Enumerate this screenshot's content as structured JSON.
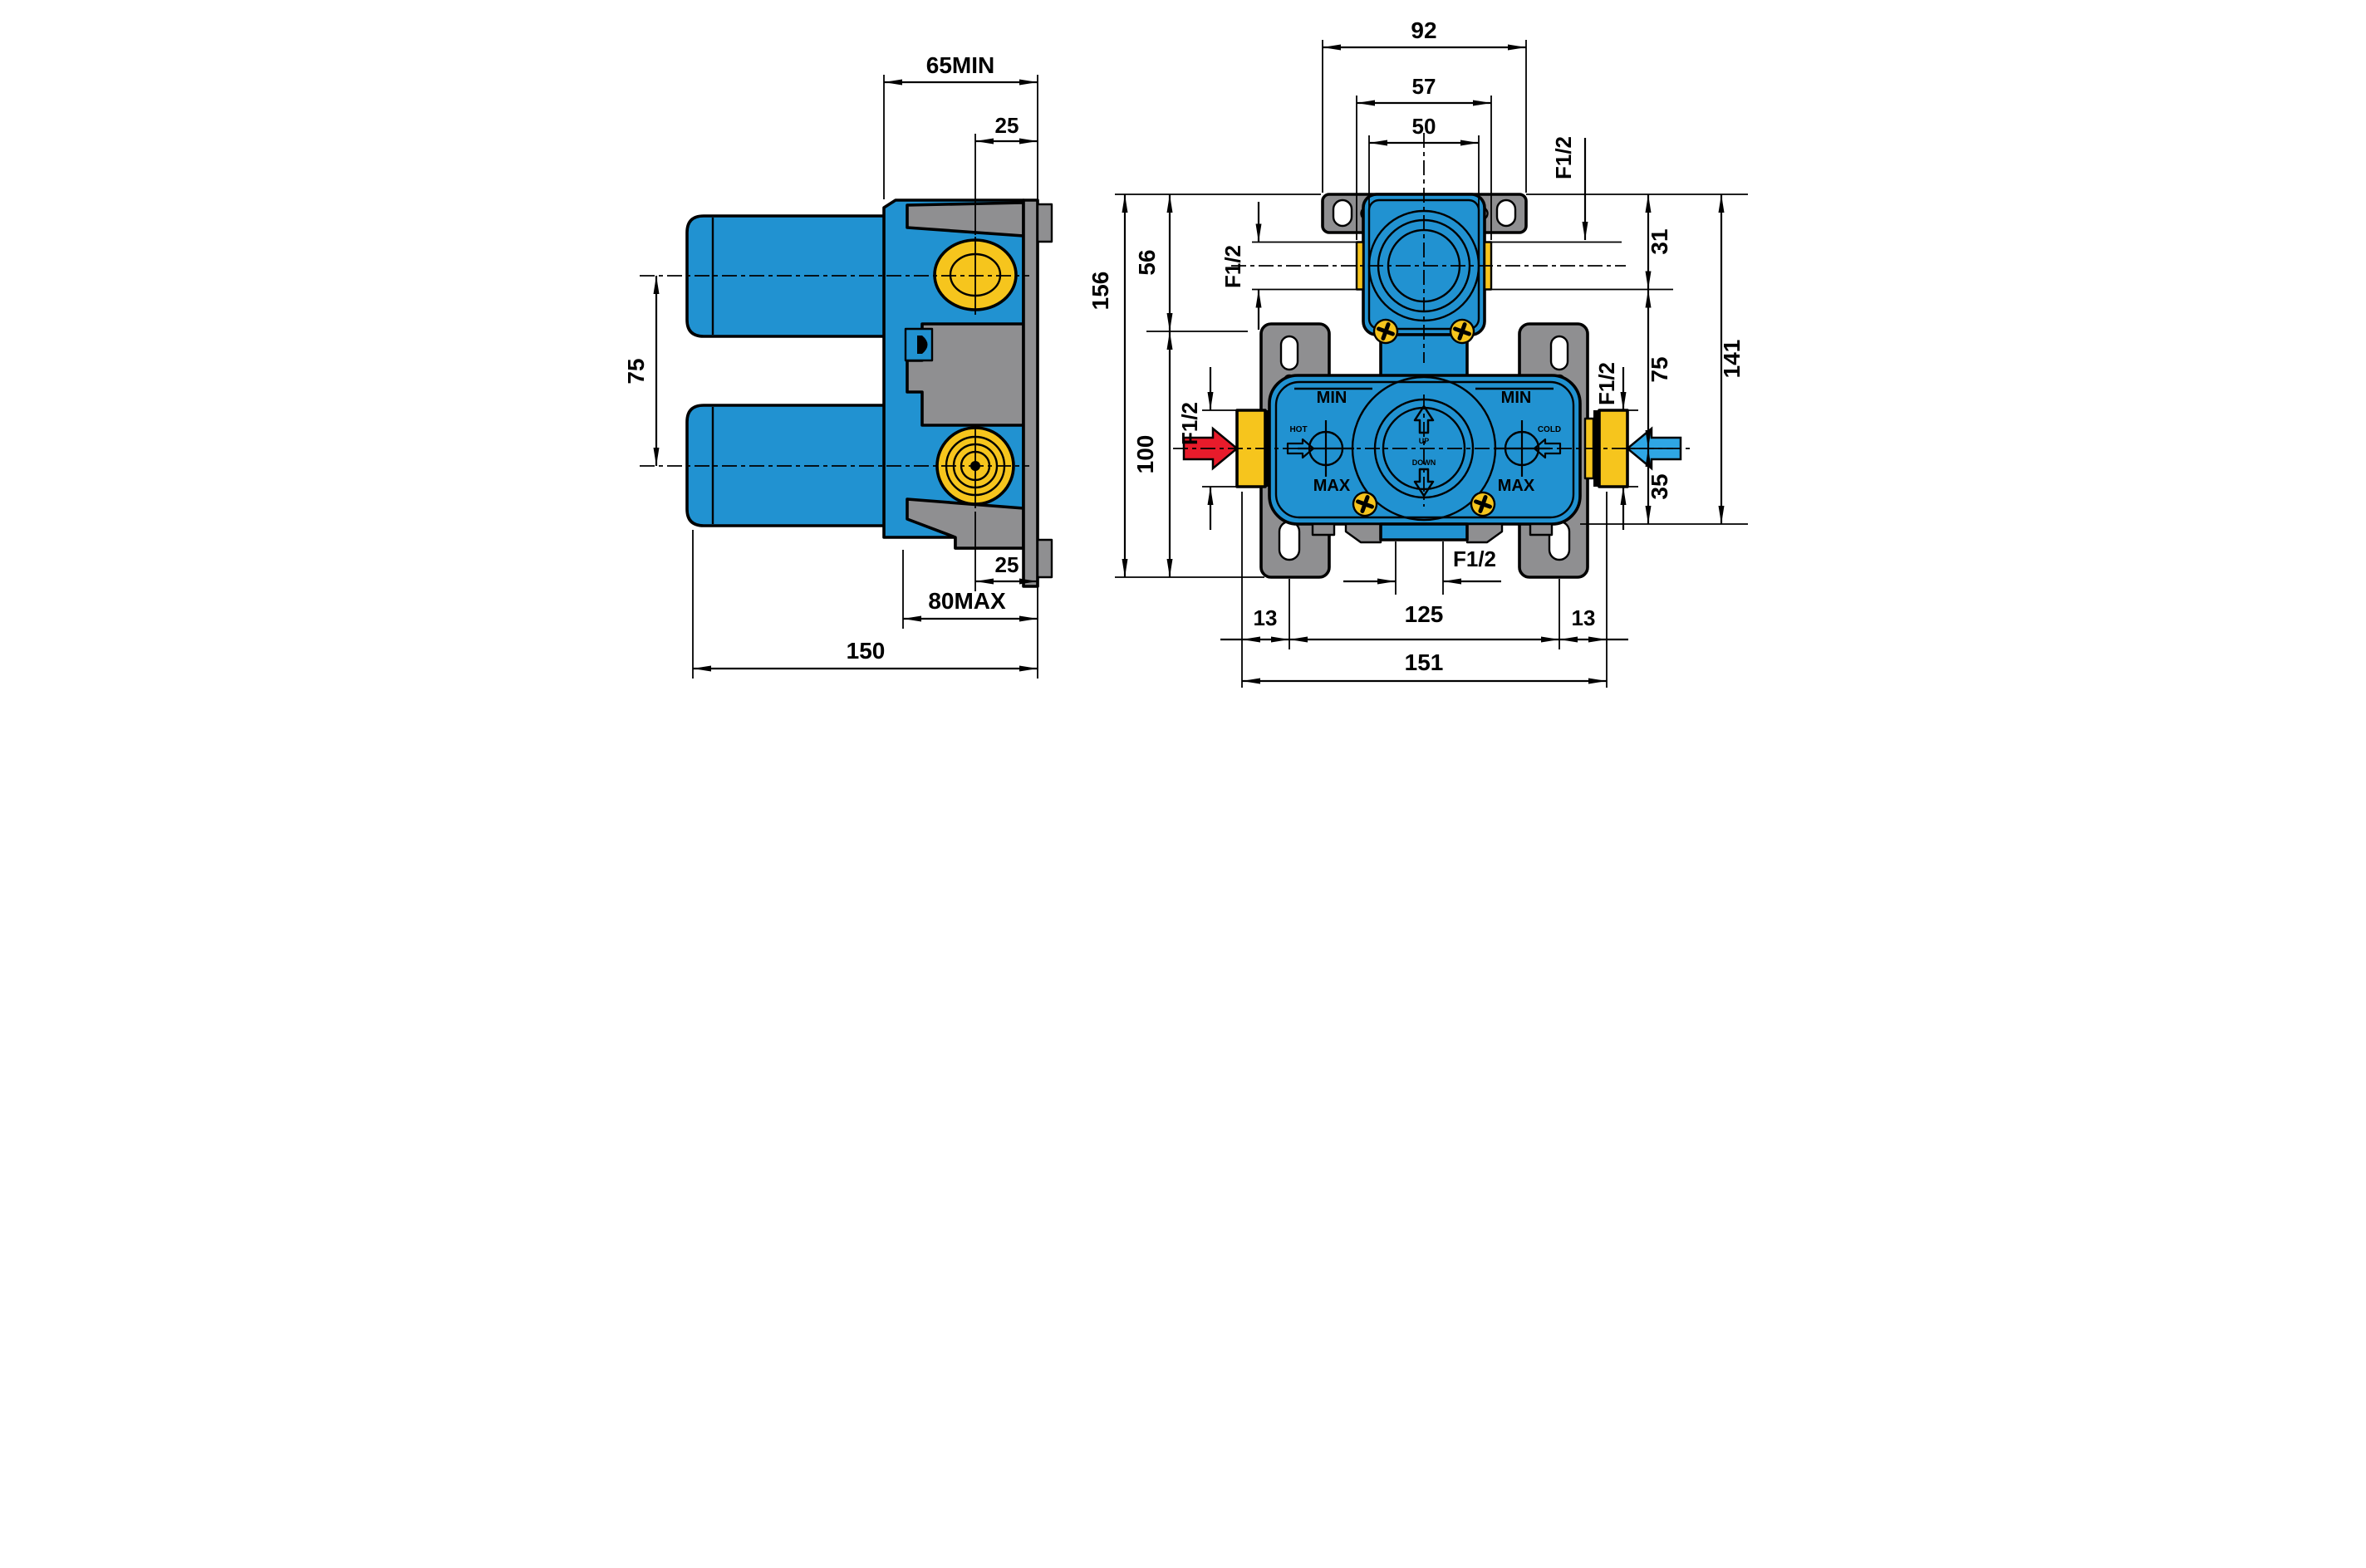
{
  "drawing": {
    "colors": {
      "body_blue": "#2192D1",
      "bracket_gray": "#8F8F91",
      "brass_yellow": "#F6C51D",
      "hot_red": "#E81B2B",
      "cold_light_blue": "#2FA6E4",
      "line_black": "#000000"
    },
    "left_view": {
      "dim_65min": "65MIN",
      "dim_25_top": "25",
      "dim_75": "75",
      "dim_25_bottom": "25",
      "dim_80max": "80MAX",
      "dim_150": "150"
    },
    "right_view": {
      "dim_92": "92",
      "dim_57": "57",
      "dim_50": "50",
      "dim_31": "31",
      "dim_75": "75",
      "dim_35": "35",
      "dim_141": "141",
      "dim_56": "56",
      "dim_100": "100",
      "dim_156": "156",
      "dim_13_left": "13",
      "dim_125": "125",
      "dim_13_right": "13",
      "dim_151": "151",
      "thread_top_right": "F1/2",
      "thread_upper_left": "F1/2",
      "thread_inlet_left": "F1/2",
      "thread_inlet_right": "F1/2",
      "thread_bottom": "F1/2",
      "label_min_left": "MIN",
      "label_min_right": "MIN",
      "label_max_left": "MAX",
      "label_max_right": "MAX",
      "label_hot": "HOT",
      "label_cold": "COLD",
      "label_up": "UP",
      "label_down": "DOWN"
    }
  }
}
